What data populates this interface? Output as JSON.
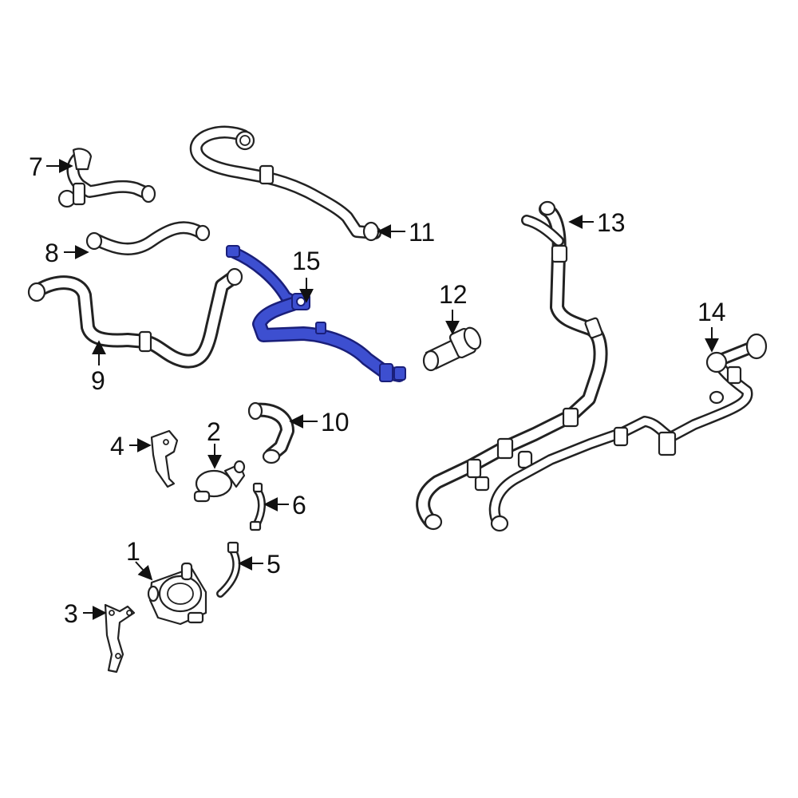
{
  "colors": {
    "background": "#ffffff",
    "outline": "#222222",
    "highlight_fill": "#3d4fd0",
    "highlight_outline": "#1a1f7a"
  },
  "highlighted_part": "15",
  "callouts": [
    {
      "id": "c1",
      "number": "1"
    },
    {
      "id": "c2",
      "number": "2"
    },
    {
      "id": "c3",
      "number": "3"
    },
    {
      "id": "c4",
      "number": "4"
    },
    {
      "id": "c5",
      "number": "5"
    },
    {
      "id": "c6",
      "number": "6"
    },
    {
      "id": "c7",
      "number": "7"
    },
    {
      "id": "c8",
      "number": "8"
    },
    {
      "id": "c9",
      "number": "9"
    },
    {
      "id": "c10",
      "number": "10"
    },
    {
      "id": "c11",
      "number": "11"
    },
    {
      "id": "c12",
      "number": "12"
    },
    {
      "id": "c13",
      "number": "13"
    },
    {
      "id": "c14",
      "number": "14"
    },
    {
      "id": "c15",
      "number": "15"
    }
  ]
}
